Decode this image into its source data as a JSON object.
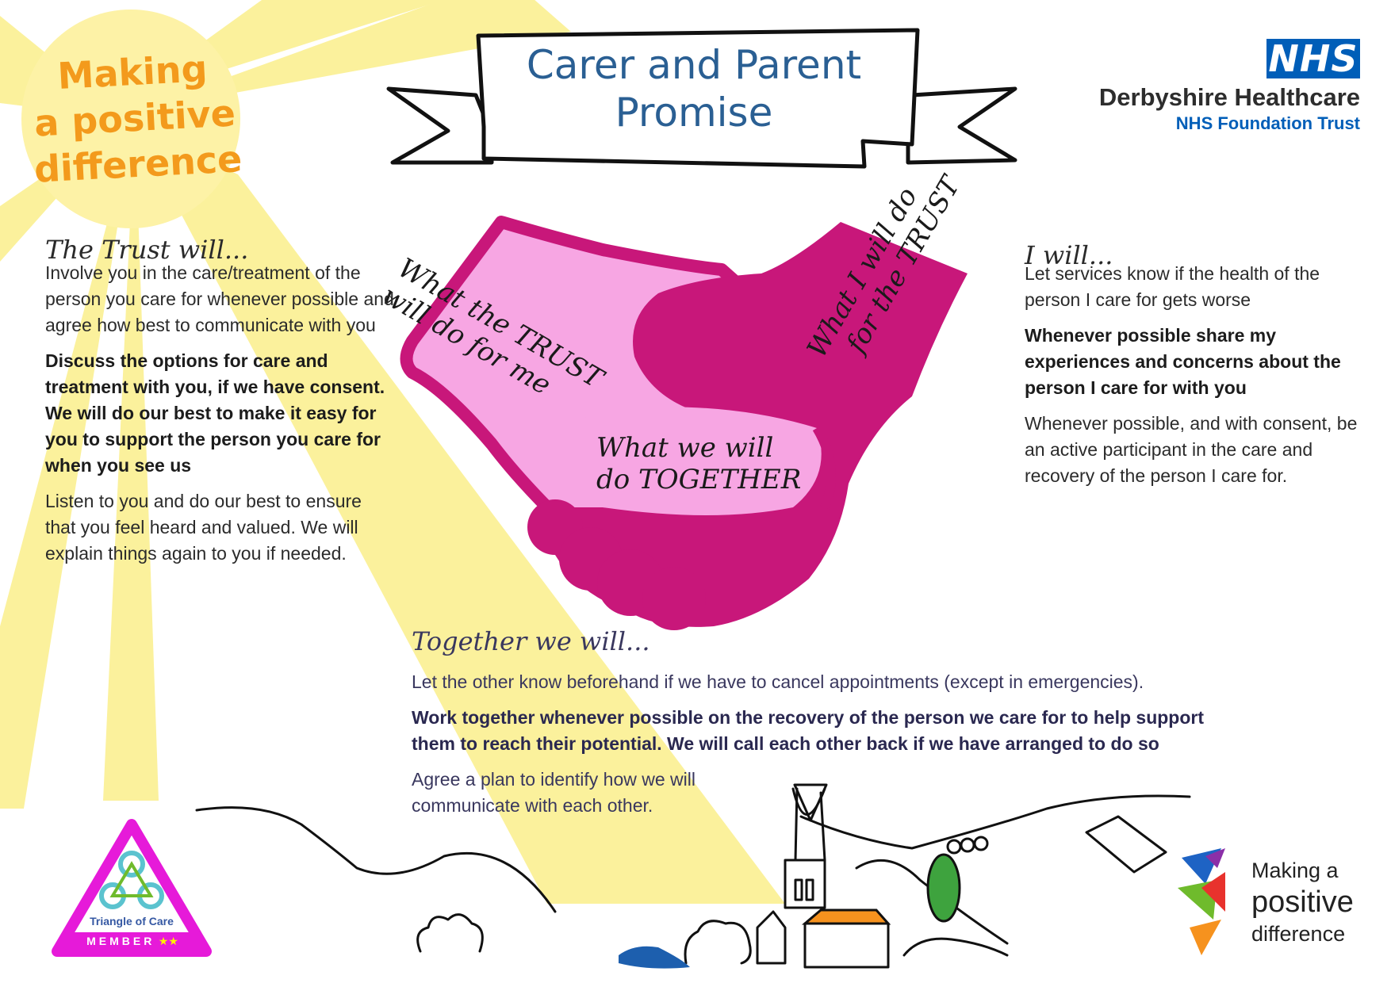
{
  "banner": {
    "title_line1": "Carer and Parent",
    "title_line2": "Promise"
  },
  "sun": {
    "line1": "Making",
    "line2": "a positive",
    "line3": "difference"
  },
  "logo": {
    "nhs": "NHS",
    "org": "Derbyshire Healthcare",
    "sub": "NHS Foundation Trust"
  },
  "handshake": {
    "trust_label_line1": "What the TRUST",
    "trust_label_line2": "will do for me",
    "carer_label_line1": "What I will do",
    "carer_label_line2": "for the TRUST",
    "together_label_line1": "What we will",
    "together_label_line2": "do TOGETHER"
  },
  "trust": {
    "heading": "The Trust will...",
    "p1": "Involve you in the care/treatment of the person you care for whenever possible and agree how best to communicate with you",
    "p2": "Discuss the options for care and treatment with you, if we have consent. We will do our best to make it easy for you to support the person you care for when you see us",
    "p3": "Listen to you and do our best to ensure that you feel heard and valued. We will explain things again to you if needed."
  },
  "carer": {
    "heading": "I will...",
    "p1": "Let services know if the health of the person I care for gets worse",
    "p2": "Whenever possible share my experiences and concerns about the person I care for with you",
    "p3": "Whenever possible, and with consent, be an active participant in the care and recovery of the person I care for."
  },
  "together": {
    "heading": "Together we will...",
    "p1": "Let the other know beforehand if we have to cancel appointments (except in emergencies).",
    "p2": "Work together whenever possible on the recovery of the person we care for to help support them to reach their potential. We will call each other back if we have arranged to do so",
    "p3": "Agree a plan to identify how we will communicate with each other."
  },
  "triangle_badge": {
    "name": "Triangle of Care",
    "member": "MEMBER",
    "stars": "★★"
  },
  "mpd_logo": {
    "line1": "Making a",
    "line2": "positive",
    "line3": "difference"
  },
  "colors": {
    "sun": "#fbf19c",
    "sun_core": "#fdf2a6",
    "hand_dark": "#c8177a",
    "hand_light": "#f7a6e3",
    "nhs_blue": "#005eb8",
    "orange": "#f39a1c"
  }
}
